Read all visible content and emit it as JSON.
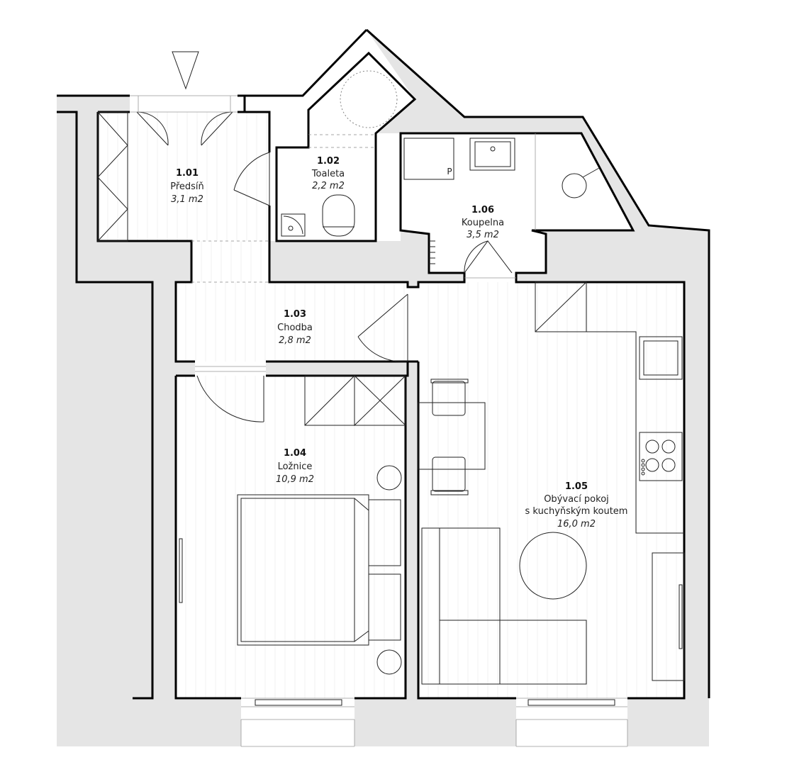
{
  "colors": {
    "wall_fill": "#e5e5e5",
    "wall_line": "#000000",
    "background": "#ffffff",
    "ink": "#222222"
  },
  "rooms": [
    {
      "number": "1.01",
      "name": "Předsíň",
      "area": "3,1 m2"
    },
    {
      "number": "1.02",
      "name": "Toaleta",
      "area": "2,2 m2"
    },
    {
      "number": "1.03",
      "name": "Chodba",
      "area": "2,8 m2"
    },
    {
      "number": "1.04",
      "name": "Ložnice",
      "area": "10,9 m2"
    },
    {
      "number": "1.05",
      "name_line1": "Obývací pokoj",
      "name_line2": "s kuchyňským koutem",
      "area": "16,0 m2"
    },
    {
      "number": "1.06",
      "name": "Koupelna",
      "area": "3,5 m2"
    }
  ],
  "symbols": {
    "washer_label": "P",
    "entrance_marker": "entrance-triangle-icon"
  }
}
